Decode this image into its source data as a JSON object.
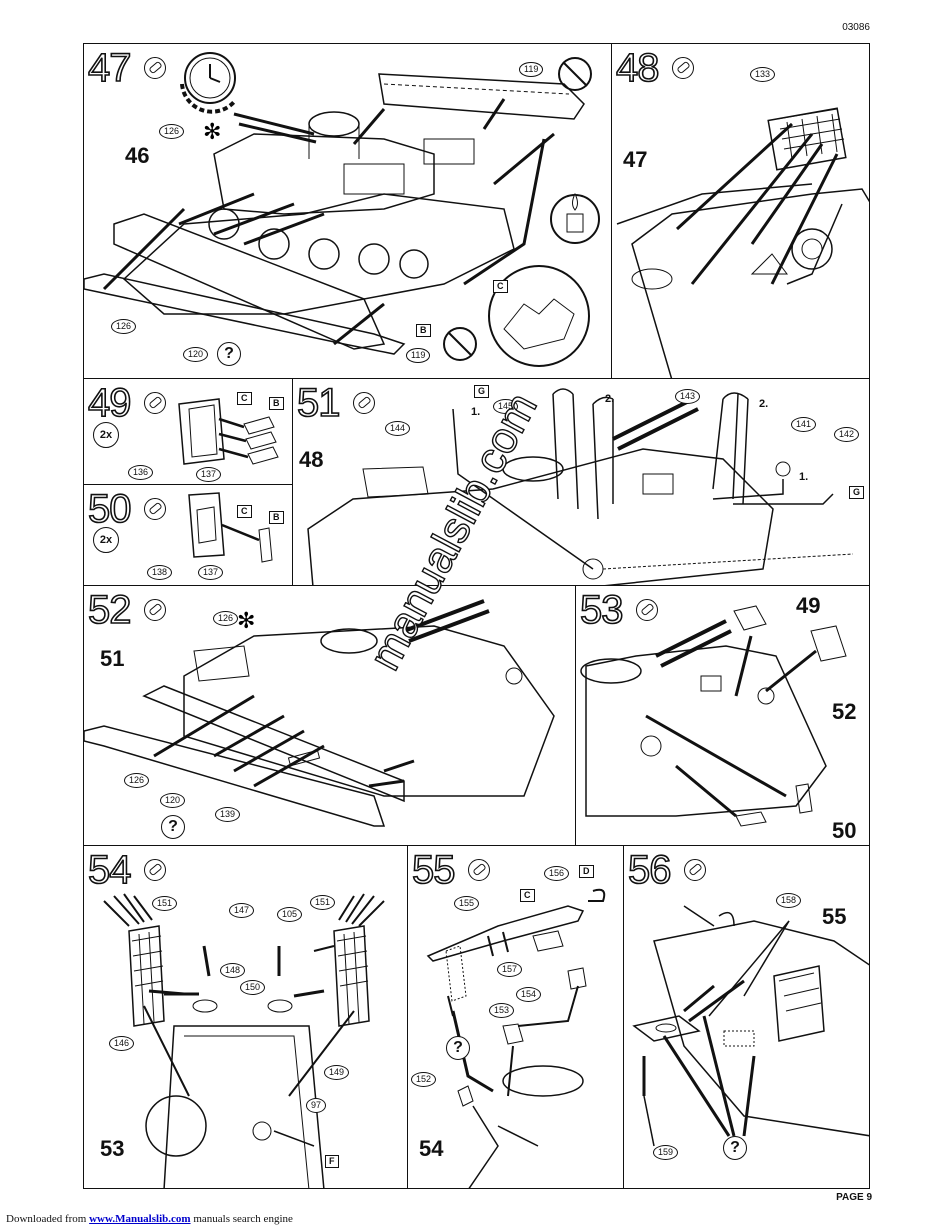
{
  "header": {
    "doc_code": "03086"
  },
  "footer": {
    "page": "PAGE 9",
    "prefix": "Downloaded from ",
    "link": "www.Manualslib.com",
    "suffix": " manuals search engine"
  },
  "steps": {
    "s47": {
      "num": "47",
      "ref": "46",
      "parts": [
        "119",
        "126",
        "120",
        "126",
        "119"
      ],
      "tags": [
        "C",
        "B"
      ]
    },
    "s48": {
      "num": "48",
      "ref": "47",
      "parts": [
        "133"
      ]
    },
    "s49": {
      "num": "49",
      "mult": "2x",
      "parts": [
        "136",
        "137"
      ],
      "tags": [
        "C",
        "B"
      ]
    },
    "s50": {
      "num": "50",
      "mult": "2x",
      "parts": [
        "138",
        "137"
      ],
      "tags": [
        "C",
        "B"
      ]
    },
    "s51": {
      "num": "51",
      "ref": "48",
      "parts": [
        "144",
        "145",
        "143",
        "141",
        "142"
      ],
      "tags": [
        "G",
        "G"
      ],
      "seq": [
        "1.",
        "2.",
        "2.",
        "1."
      ]
    },
    "s52": {
      "num": "52",
      "ref": "51",
      "parts": [
        "126",
        "126",
        "120",
        "139"
      ]
    },
    "s53": {
      "num": "53",
      "refs": [
        "49",
        "52",
        "50"
      ]
    },
    "s54": {
      "num": "54",
      "ref": "53",
      "parts": [
        "151",
        "147",
        "105",
        "151",
        "148",
        "150",
        "146",
        "149",
        "97"
      ],
      "tags": [
        "F"
      ]
    },
    "s55": {
      "num": "55",
      "ref": "54",
      "parts": [
        "156",
        "155",
        "157",
        "154",
        "153",
        "152"
      ],
      "tags": [
        "D",
        "C"
      ]
    },
    "s56": {
      "num": "56",
      "ref": "55",
      "parts": [
        "158",
        "159"
      ]
    }
  },
  "watermark": "manualslib.com",
  "icons": [
    "glue-icon",
    "clock-icon",
    "no-glue-icon",
    "candle-icon",
    "paint-icon",
    "question-icon"
  ]
}
